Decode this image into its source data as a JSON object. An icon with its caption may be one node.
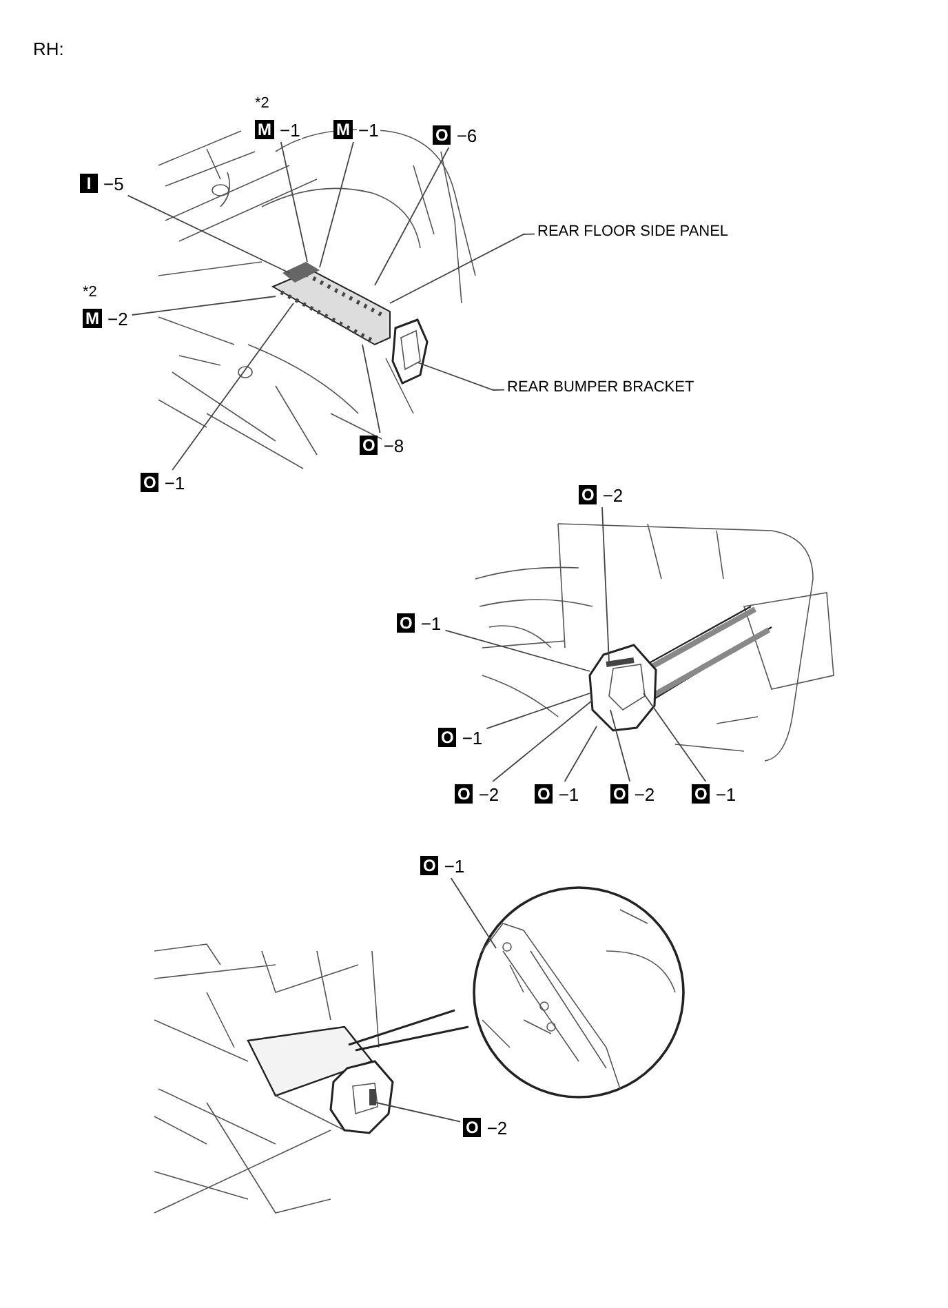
{
  "diagram": {
    "title": "RH:",
    "nodes": [
      {
        "text": [
          "M",
          "−1"
        ],
        "beside": [
          "*2"
        ]
      },
      {
        "text": [
          "M",
          "−1"
        ]
      },
      {
        "text": [
          "O",
          "−6"
        ]
      },
      {
        "text": [
          "I",
          "−5"
        ]
      },
      {
        "text": [
          "REAR FLOOR SIDE PANEL"
        ]
      },
      {
        "text": [
          "M",
          "−2"
        ],
        "beside": [
          "*2"
        ]
      },
      {
        "text": [
          "REAR BUMPER BRACKET"
        ]
      },
      {
        "text": [
          "O",
          "−8"
        ]
      },
      {
        "text": [
          "O",
          "−1"
        ]
      },
      {
        "text": [
          "O",
          "−2"
        ]
      },
      {
        "text": [
          "O",
          "−1"
        ]
      },
      {
        "text": [
          "O",
          "−1"
        ]
      },
      {
        "text": [
          "O",
          "−2"
        ]
      },
      {
        "text": [
          "O",
          "−1"
        ]
      },
      {
        "text": [
          "O",
          "−2"
        ]
      },
      {
        "text": [
          "O",
          "−1"
        ]
      },
      {
        "text": [
          "O",
          "−1"
        ]
      },
      {
        "text": [
          "O",
          "−2"
        ]
      },
      {
        "text": [],
        "shape": "picture"
      },
      {
        "text": [],
        "shape": "picture"
      },
      {
        "text": [],
        "shape": "picture"
      },
      {
        "text": [],
        "shape": "circle"
      },
      {
        "text": [],
        "shape": "picture"
      }
    ],
    "edges": [
      {
        "from": 0,
        "to": 18,
        "arrow": "none"
      },
      {
        "from": 1,
        "to": 18,
        "arrow": "none"
      },
      {
        "from": 2,
        "to": 18,
        "arrow": "none"
      },
      {
        "from": 3,
        "to": 18,
        "arrow": "none"
      },
      {
        "from": 4,
        "to": 18,
        "arrow": "none"
      },
      {
        "from": 5,
        "to": 18,
        "arrow": "none"
      },
      {
        "from": 6,
        "to": 19,
        "arrow": "none"
      },
      {
        "from": 7,
        "to": 18,
        "arrow": "none"
      },
      {
        "from": 8,
        "to": 18,
        "arrow": "none"
      },
      {
        "from": 9,
        "to": 20,
        "arrow": "none"
      },
      {
        "from": 10,
        "to": 20,
        "arrow": "none"
      },
      {
        "from": 11,
        "to": 20,
        "arrow": "none"
      },
      {
        "from": 12,
        "to": 20,
        "arrow": "none"
      },
      {
        "from": 13,
        "to": 20,
        "arrow": "none"
      },
      {
        "from": 14,
        "to": 20,
        "arrow": "none"
      },
      {
        "from": 15,
        "to": 20,
        "arrow": "none"
      },
      {
        "from": 16,
        "to": 21,
        "arrow": "none"
      },
      {
        "from": 17,
        "to": 22,
        "arrow": "none"
      }
    ]
  }
}
